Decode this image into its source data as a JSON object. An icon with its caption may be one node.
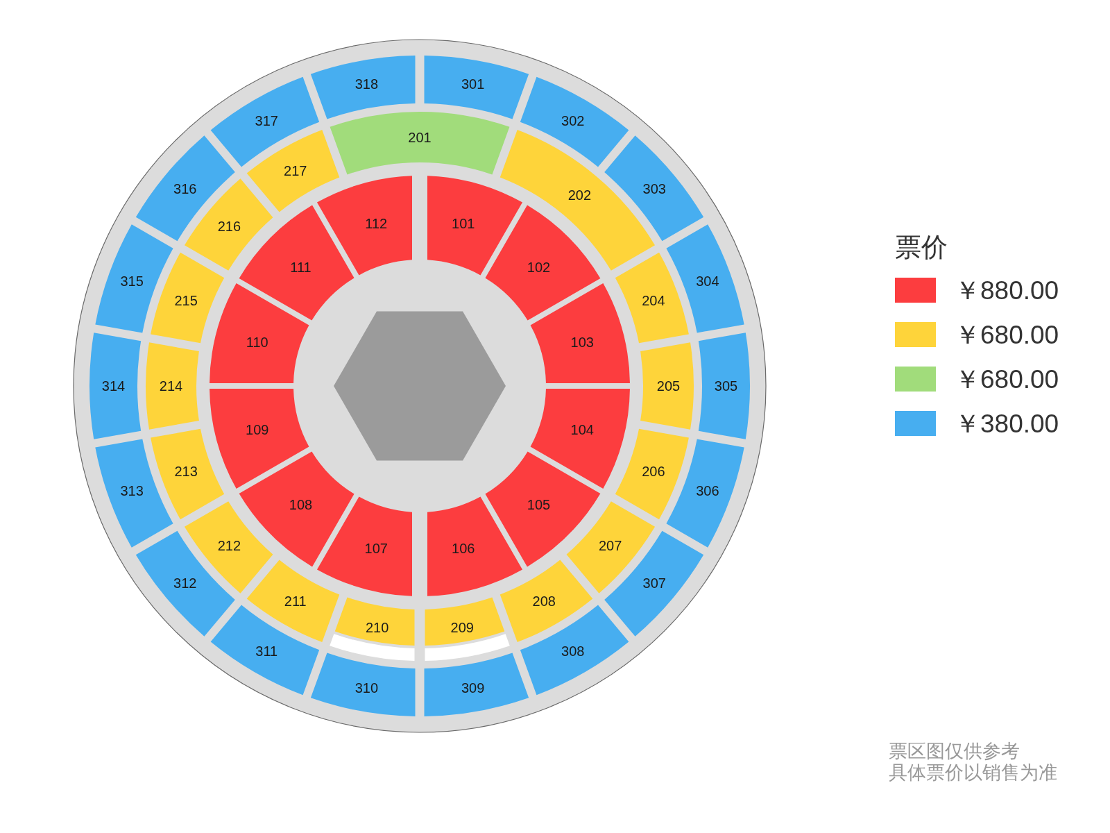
{
  "diagram": {
    "nodes": [
      {
        "text": [
          "101"
        ]
      },
      {
        "text": [
          "102"
        ]
      },
      {
        "text": [
          "103"
        ]
      },
      {
        "text": [
          "104"
        ]
      },
      {
        "text": [
          "105"
        ]
      },
      {
        "text": [
          "106"
        ]
      },
      {
        "text": [
          "107"
        ]
      },
      {
        "text": [
          "108"
        ]
      },
      {
        "text": [
          "109"
        ]
      },
      {
        "text": [
          "110"
        ]
      },
      {
        "text": [
          "111"
        ]
      },
      {
        "text": [
          "112"
        ]
      },
      {
        "text": [
          "201"
        ]
      },
      {
        "text": [
          "202"
        ]
      },
      {
        "text": [
          "204"
        ]
      },
      {
        "text": [
          "205"
        ]
      },
      {
        "text": [
          "206"
        ]
      },
      {
        "text": [
          "207"
        ]
      },
      {
        "text": [
          "208"
        ]
      },
      {
        "text": [
          "209"
        ]
      },
      {
        "text": [
          "210"
        ]
      },
      {
        "text": [
          "211"
        ]
      },
      {
        "text": [
          "212"
        ]
      },
      {
        "text": [
          "213"
        ]
      },
      {
        "text": [
          "214"
        ]
      },
      {
        "text": [
          "215"
        ]
      },
      {
        "text": [
          "216"
        ]
      },
      {
        "text": [
          "217"
        ]
      },
      {
        "text": [
          "301"
        ]
      },
      {
        "text": [
          "302"
        ]
      },
      {
        "text": [
          "303"
        ]
      },
      {
        "text": [
          "304"
        ]
      },
      {
        "text": [
          "305"
        ]
      },
      {
        "text": [
          "306"
        ]
      },
      {
        "text": [
          "307"
        ]
      },
      {
        "text": [
          "308"
        ]
      },
      {
        "text": [
          "309"
        ]
      },
      {
        "text": [
          "310"
        ]
      },
      {
        "text": [
          "311"
        ]
      },
      {
        "text": [
          "312"
        ]
      },
      {
        "text": [
          "313"
        ]
      },
      {
        "text": [
          "314"
        ]
      },
      {
        "text": [
          "315"
        ]
      },
      {
        "text": [
          "316"
        ]
      },
      {
        "text": [
          "317"
        ]
      },
      {
        "text": [
          "318"
        ]
      },
      {
        "text": [],
        "shape": "hexagon"
      }
    ],
    "labels": [
      "票价",
      "票区图仅供参考",
      "具体票价以销售为准"
    ],
    "legend": [
      {
        "text": "￥880.00",
        "color": "#fc3d3f"
      },
      {
        "text": "￥680.00",
        "color": "#fed43a"
      },
      {
        "text": "￥680.00",
        "color": "#a1dc7b"
      },
      {
        "text": "￥380.00",
        "color": "#47aef0"
      }
    ]
  }
}
